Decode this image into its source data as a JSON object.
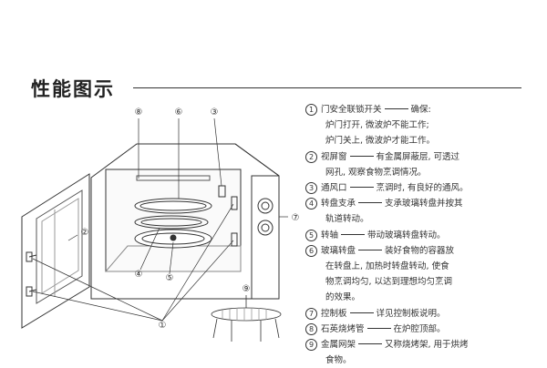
{
  "title": "性能图示",
  "callouts": {
    "c1": "①",
    "c2": "②",
    "c3": "③",
    "c4": "④",
    "c5": "⑤",
    "c6": "⑥",
    "c7": "⑦",
    "c8": "⑧",
    "c9": "⑨"
  },
  "legend": [
    {
      "num": "1",
      "label": "门安全联锁开关",
      "desc": "确保:",
      "lines": [
        "炉门打开, 微波炉不能工作;",
        "炉门关上, 微波炉才能工作。"
      ]
    },
    {
      "num": "2",
      "label": "视屏窗",
      "desc": "有金属屏蔽层, 可透过",
      "lines": [
        "网孔, 观察食物烹调情况。"
      ]
    },
    {
      "num": "3",
      "label": "通风口",
      "desc": "烹调时, 有良好的通风。",
      "lines": []
    },
    {
      "num": "4",
      "label": "转盘支承",
      "desc": "支承玻璃转盘并按其",
      "lines": [
        "轨道转动。"
      ]
    },
    {
      "num": "5",
      "label": "转轴",
      "desc": "带动玻璃转盘转动。",
      "lines": []
    },
    {
      "num": "6",
      "label": "玻璃转盘",
      "desc": "装好食物的容器放",
      "lines": [
        "在转盘上, 加热时转盘转动, 使食",
        "物烹调均匀, 以达到理想均匀烹调",
        "的效果。"
      ]
    },
    {
      "num": "7",
      "label": "控制板",
      "desc": "详见控制板说明。",
      "lines": []
    },
    {
      "num": "8",
      "label": "石英烧烤管",
      "desc": "在炉腔顶部。",
      "lines": []
    },
    {
      "num": "9",
      "label": "金属网架",
      "desc": "又称烧烤架, 用于烘烤",
      "lines": [
        "食物。"
      ]
    }
  ]
}
